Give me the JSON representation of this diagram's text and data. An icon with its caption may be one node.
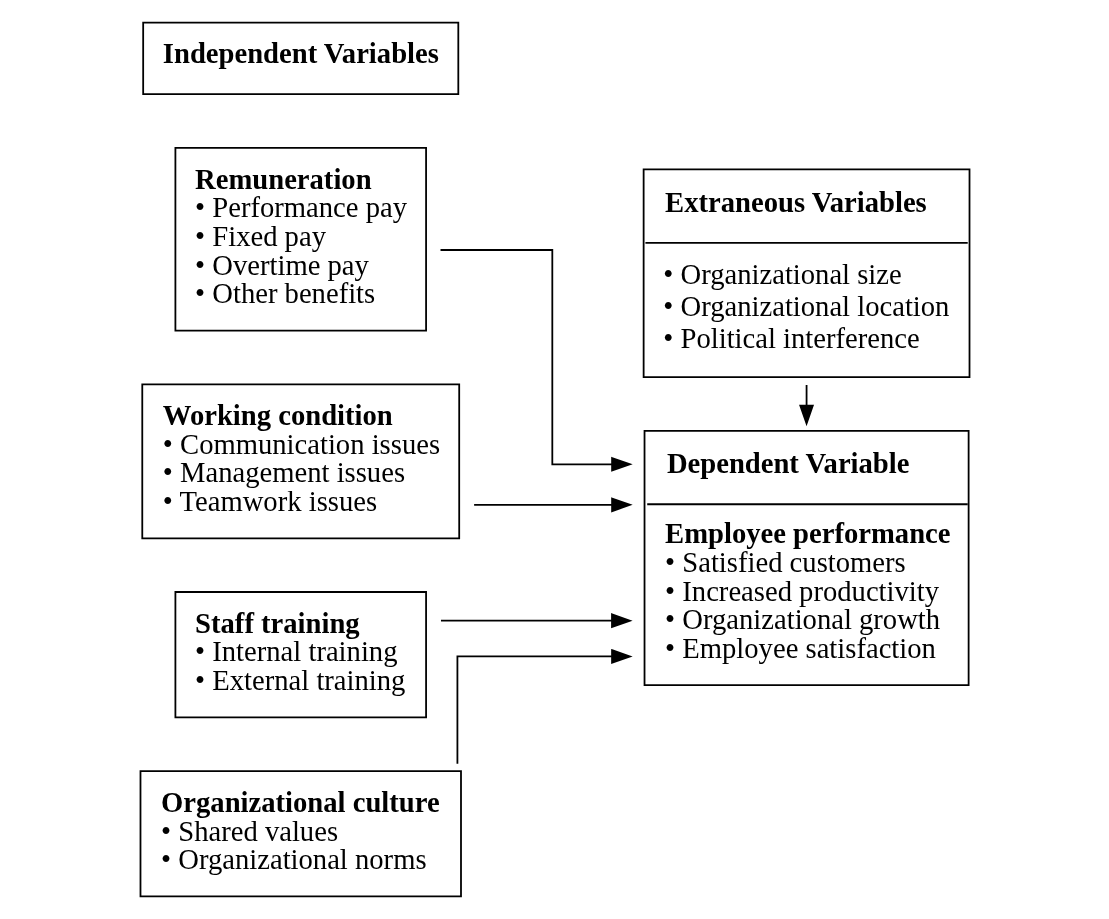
{
  "diagram": {
    "nodes": [
      {
        "text": [
          "Independent Variables"
        ]
      },
      {
        "text": [
          "Remuneration",
          "• Performance pay",
          "• Fixed pay",
          "• Overtime pay",
          "• Other benefits"
        ]
      },
      {
        "text": [
          "Working condition",
          "• Communication issues",
          "• Management issues",
          "• Teamwork issues"
        ]
      },
      {
        "text": [
          "Staff training",
          "• Internal training",
          "• External training"
        ]
      },
      {
        "text": [
          "Organizational culture",
          "• Shared values",
          "• Organizational norms"
        ]
      },
      {
        "text": [
          "Dependent Variable",
          "Employee performance",
          "• Satisfied customers",
          "• Increased productivity",
          "• Organizational growth",
          "• Employee satisfaction"
        ]
      },
      {
        "text": [
          "Extraneous Variables",
          "• Organizational size",
          "• Organizational location",
          "• Political interference"
        ]
      }
    ],
    "edges": [
      {
        "from": 1,
        "to": 5,
        "arrow": "to"
      },
      {
        "from": 2,
        "to": 5,
        "arrow": "to"
      },
      {
        "from": 3,
        "to": 5,
        "arrow": "to"
      },
      {
        "from": 4,
        "to": 5,
        "arrow": "to"
      },
      {
        "from": 6,
        "to": 5,
        "arrow": "to"
      }
    ]
  }
}
